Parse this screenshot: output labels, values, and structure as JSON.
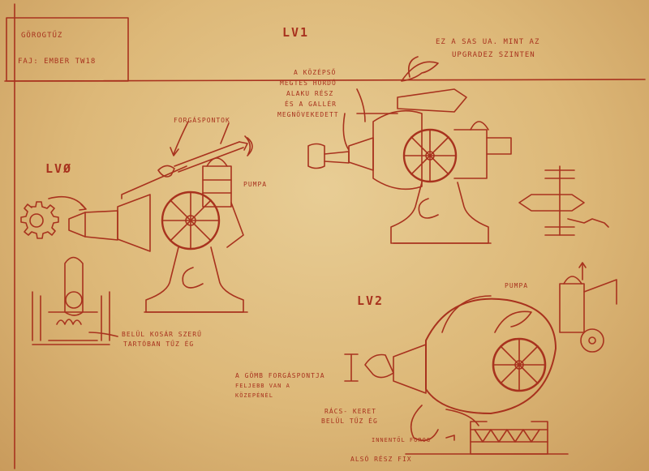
{
  "title_box": {
    "name": "GÖROGTŰZ",
    "faj": "FAJ: EMBER TW18"
  },
  "levels": {
    "lv0": "LVØ",
    "lv1": "LV1",
    "lv2": "LV2"
  },
  "notes": {
    "lv0_pivots": "FORGÁSPONTOK",
    "lv0_pump": "PUMPA",
    "lv0_fire_1": "BELÜL KOSÁR SZERŰ",
    "lv0_fire_2": "TARTÓBAN TŰZ ÉG",
    "lv1_mid_1": "A KÖZÉPSŐ",
    "lv1_mid_2": "MEGTES HORDÓ",
    "lv1_mid_3": "ALAKU RÉSZ",
    "lv1_mid_4": "ÉS A GALLÉR",
    "lv1_mid_5": "MEGNÖVEKEDETT",
    "lv1_eagle_1": "EZ A SAS UA. MINT AZ",
    "lv1_eagle_2": "UPGRADEZ SZINTEN",
    "lv2_pump": "PUMPA",
    "lv2_pivot_1": "A GÖMB FORGÁSPONTJA",
    "lv2_pivot_2": "FELJEBB VAN A",
    "lv2_pivot_3": "KÖZEPÉNÉL",
    "lv2_grate_1": "RÁCS- KERET",
    "lv2_grate_2": "BELÜL TŰZ ÉG",
    "lv2_rotate": "INNENTŐL FOROG",
    "lv2_fixed": "ALSÓ RÉSZ FIX"
  }
}
